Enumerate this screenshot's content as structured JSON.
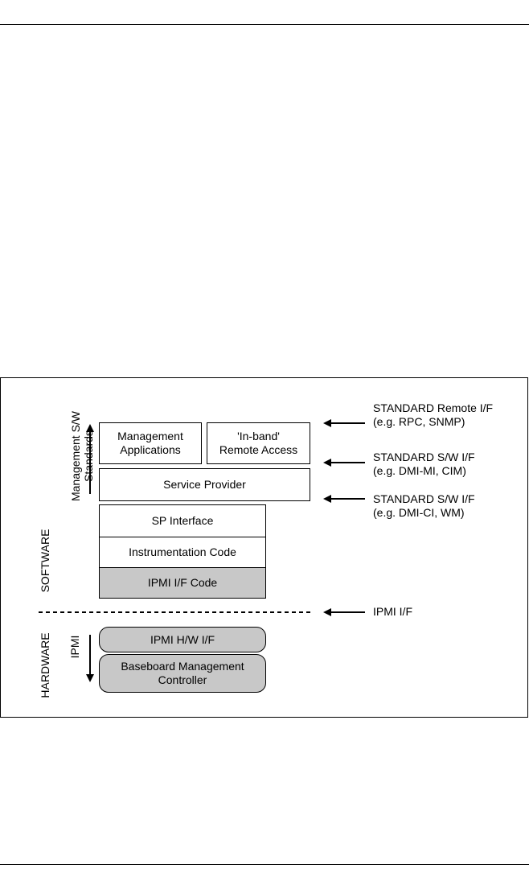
{
  "diagram": {
    "side_labels": {
      "software": "SOFTWARE",
      "hardware": "HARDWARE",
      "mgmt_standards": "Management S/W\nStandards",
      "ipmi": "IPMI"
    },
    "boxes": {
      "management_applications": "Management\nApplications",
      "inband_remote_access": "'In-band'\nRemote Access",
      "service_provider": "Service Provider",
      "sp_interface": "SP Interface",
      "instrumentation_code": "Instrumentation Code",
      "ipmi_if_code": "IPMI I/F Code",
      "ipmi_hw_if": "IPMI H/W I/F",
      "bmc": "Baseboard Management\nController"
    },
    "interfaces": {
      "remote_if": "STANDARD Remote I/F\n(e.g. RPC, SNMP)",
      "sw_if_mi": "STANDARD S/W I/F\n(e.g. DMI-MI, CIM)",
      "sw_if_ci": "STANDARD S/W I/F\n(e.g. DMI-CI, WM)",
      "ipmi_if": "IPMI I/F"
    },
    "colors": {
      "gray_fill": "#c8c8c8",
      "line": "#000000"
    }
  }
}
